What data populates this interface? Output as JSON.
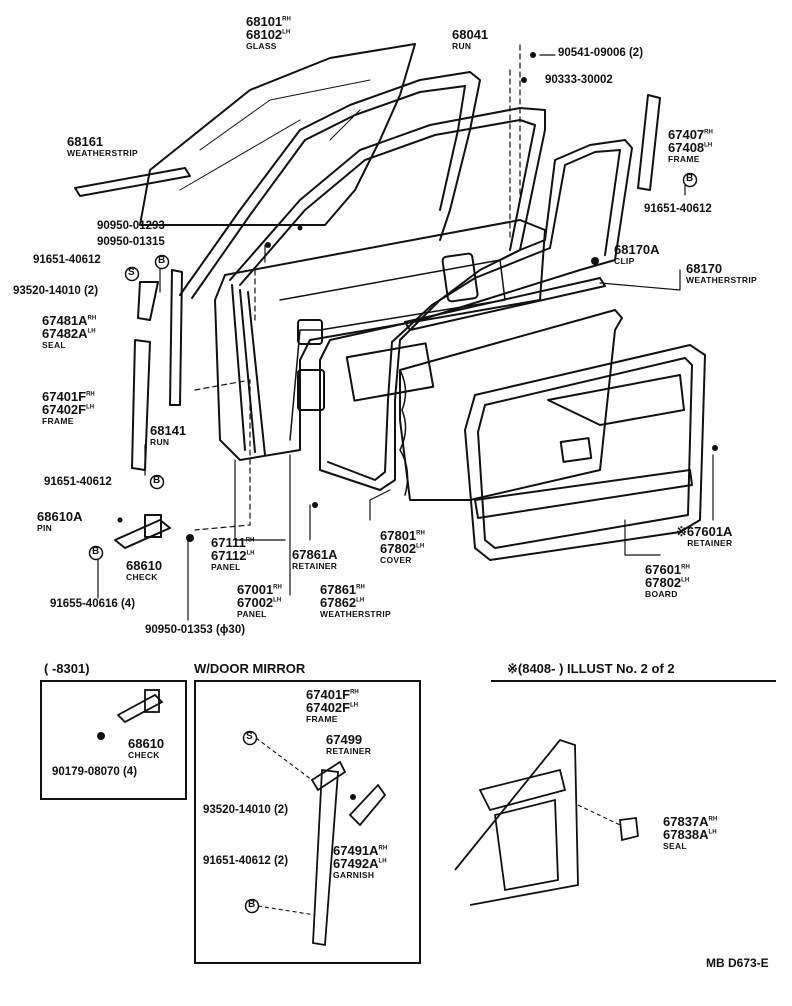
{
  "labels": {
    "p68101": "68101",
    "p68102": "68102",
    "glass": "GLASS",
    "p68041": "68041",
    "run": "RUN",
    "p90541": "90541-09006 (2)",
    "p90333": "90333-30002",
    "p68161": "68161",
    "weatherstrip1": "WEATHERSTRIP",
    "p67407": "67407",
    "p67408": "67408",
    "frame1": "FRAME",
    "p91651a": "91651-40612",
    "p90950a": "90950-01293",
    "p90950b": "90950-01315",
    "p91651b": "91651-40612",
    "p68170A": "68170A",
    "clip": "CLIP",
    "p68170": "68170",
    "weatherstrip2": "WEATHERSTRIP",
    "p93520": "93520-14010 (2)",
    "p67481A": "67481A",
    "p67482A": "67482A",
    "seal1": "SEAL",
    "p67401F": "67401F",
    "p67402F": "67402F",
    "frame2": "FRAME",
    "p68141": "68141",
    "run2": "RUN",
    "p91651c": "91651-40612",
    "p68610A": "68610A",
    "pin": "PIN",
    "p68610": "68610",
    "check": "CHECK",
    "p91655": "91655-40616 (4)",
    "p67111": "67111",
    "p67112": "67112",
    "panel1": "PANEL",
    "p67861A": "67861A",
    "retainer1": "RETAINER",
    "p67801a": "67801",
    "p67802a": "67802",
    "cover": "COVER",
    "p67601A": "※67601A",
    "retainer2": "RETAINER",
    "p67601": "67601",
    "p67602": "67802",
    "board": "BOARD",
    "p67001": "67001",
    "p67002": "67002",
    "panel2": "PANEL",
    "p67861": "67861",
    "p67862": "67862",
    "weatherstrip3": "WEATHERSTRIP",
    "p90950c": "90950-01353 (ϕ30)",
    "rh": "RH",
    "lh": "LH"
  },
  "sub1": {
    "header": "(        -8301)",
    "p68610": "68610",
    "check": "CHECK",
    "p90179": "90179-08070 (4)"
  },
  "sub2": {
    "header": "W/DOOR MIRROR",
    "p67401F": "67401F",
    "p67402F": "67402F",
    "frame": "FRAME",
    "p67499": "67499",
    "retainer": "RETAINER",
    "p93520": "93520-14010  (2)",
    "p91651": "91651-40612  (2)",
    "p67491A": "67491A",
    "p67492A": "67492A",
    "garnish": "GARNISH"
  },
  "sub3": {
    "header": "※(8408-          ) ILLUST No. 2 of 2",
    "p67837A": "67837A",
    "p67838A": "67838A",
    "seal": "SEAL"
  },
  "footer": {
    "code": "MB D673-E"
  },
  "markers": {
    "S": "S",
    "B": "B"
  }
}
